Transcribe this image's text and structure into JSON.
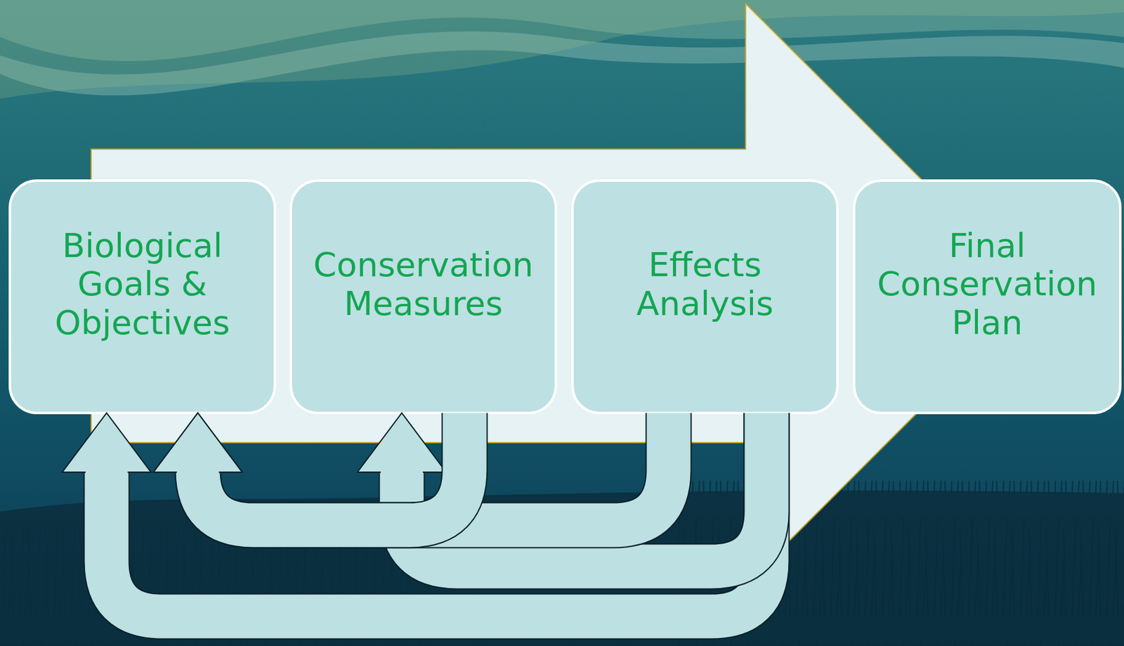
{
  "diagram": {
    "nodes": [
      {
        "text": [
          "Biological Goals & Objectives"
        ]
      },
      {
        "text": [
          "Conservation Measures"
        ]
      },
      {
        "text": [
          "Effects Analysis"
        ]
      },
      {
        "text": [
          "Final Conservation Plan"
        ]
      }
    ],
    "edges": [
      {
        "from": 2,
        "to": 0,
        "arrow": "to"
      },
      {
        "from": 2,
        "to": 1,
        "arrow": "to"
      },
      {
        "from": 2,
        "to": 0,
        "arrow": "to"
      },
      {
        "from": 1,
        "to": 0,
        "arrow": "to"
      }
    ]
  }
}
